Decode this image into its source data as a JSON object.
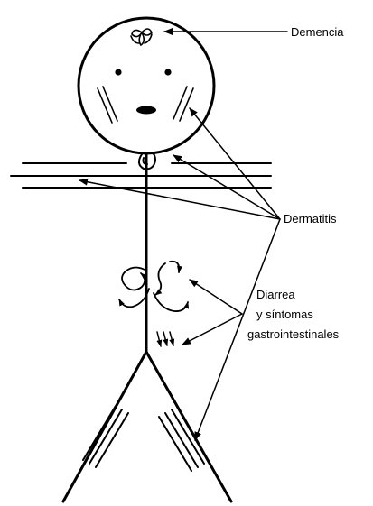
{
  "labels": {
    "dementia": "Demencia",
    "dermatitis": "Dermatitis",
    "diarrhea_line1": "Diarrea",
    "diarrhea_line2": "y síntomas",
    "diarrhea_line3": "gastrointestinales"
  },
  "colors": {
    "ink": "#000000",
    "background": "#ffffff"
  },
  "icons": {
    "head_symbol": "spiral-swirl-icon",
    "neck_symbol": "rash-curl-icon",
    "abdomen_symbol": "swirling-arrows-icon"
  }
}
